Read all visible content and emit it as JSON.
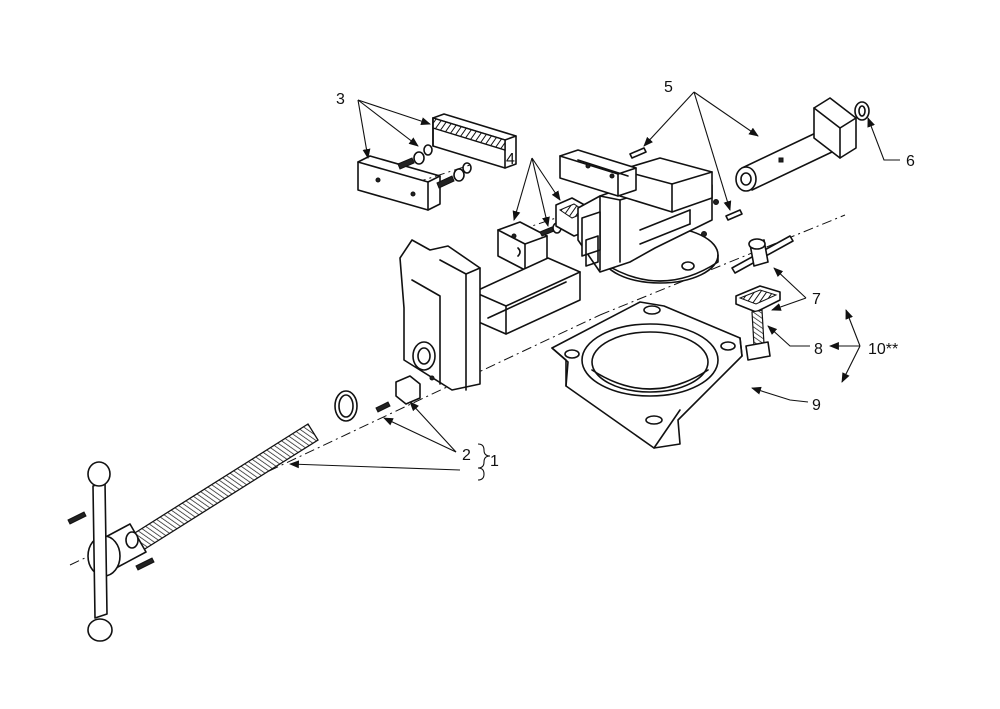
{
  "diagram": {
    "callouts": {
      "c1": "1",
      "c2": "2",
      "c3": "3",
      "c4": "4",
      "c5": "5",
      "c6": "6",
      "c7": "7",
      "c8": "8",
      "c9": "9",
      "c10": "10**"
    },
    "line_color": "#111111",
    "background": "#ffffff"
  }
}
